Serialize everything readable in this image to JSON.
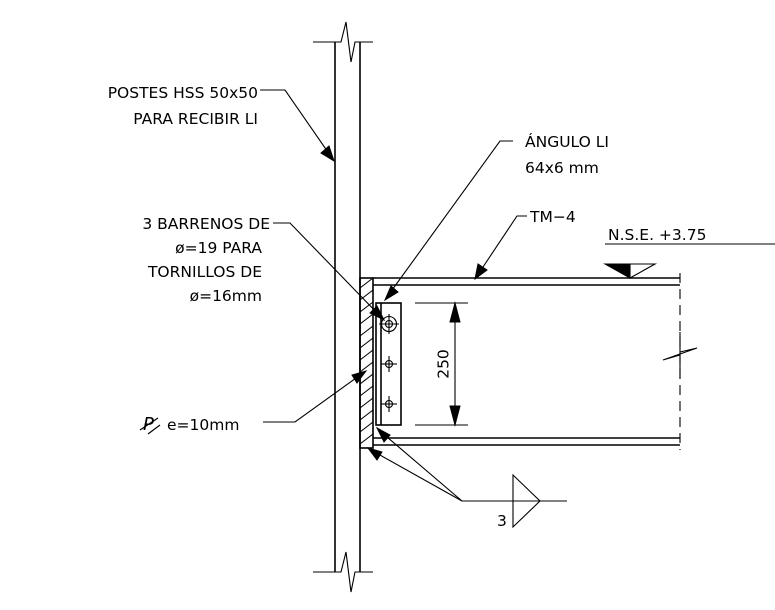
{
  "labels": {
    "postes_line1": "POSTES HSS 50x50",
    "postes_line2": "PARA RECIBIR LI",
    "angulo_line1": "ÁNGULO LI",
    "angulo_line2": "64x6  mm",
    "beam_mark": "TM−4",
    "level_tag": "N.S.E.  +3.75",
    "barrenos_line1": "3 BARRENOS DE",
    "barrenos_line2": "ø=19 PARA",
    "barrenos_line3": "TORNILLOS DE",
    "barrenos_line4": "ø=16mm",
    "plate_label": "e=10mm",
    "dimension_value": "250",
    "weld_size": "3"
  },
  "icons": {
    "plate_symbol": "plate-symbol-icon",
    "weld_symbol": "fillet-weld-symbol-icon",
    "bolt_symbol": "bolt-hole-icon",
    "level_marker": "level-triangle-icon"
  }
}
